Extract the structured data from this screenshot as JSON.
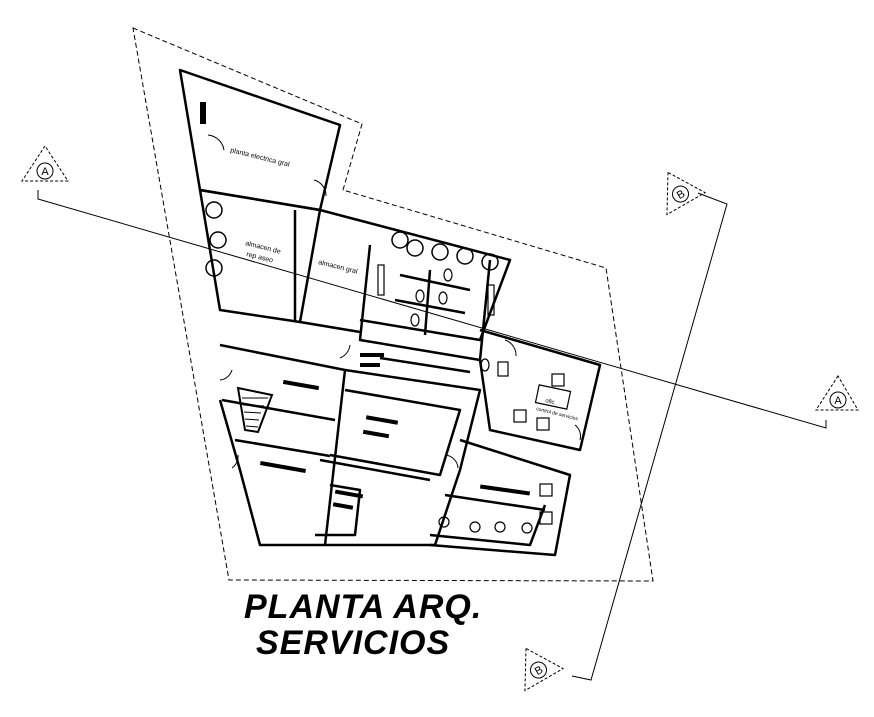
{
  "title": {
    "line1": "PLANTA ARQ.",
    "line2": "SERVICIOS"
  },
  "section_markers": {
    "a_label": "A",
    "b_label": "B"
  },
  "room_labels": {
    "planta_electrica": "planta electrica gral",
    "almacen_1": "almacen de",
    "almacen_1b": "rep aseo",
    "almacen_2": "almacen gral",
    "oficina": "ofic.",
    "oficina_2": "control de servicios"
  },
  "colors": {
    "ink": "#000000",
    "background": "#ffffff"
  }
}
